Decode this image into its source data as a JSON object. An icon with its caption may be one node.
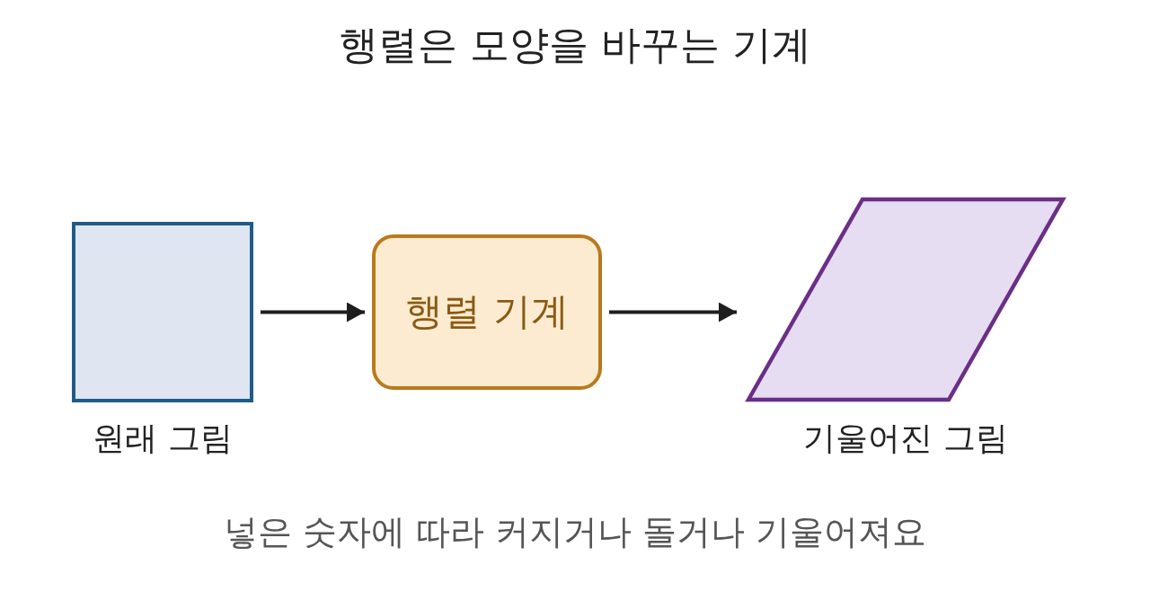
{
  "diagram": {
    "title": "행렬은 모양을 바꾸는 기계",
    "nodes": [
      {
        "text": [],
        "shape": "box",
        "beside": [
          "원래 그림"
        ]
      },
      {
        "text": [
          "행렬 기계"
        ]
      },
      {
        "text": [],
        "shape": "parallelogram",
        "beside": [
          "기울어진 그림"
        ]
      }
    ],
    "edges": [
      {
        "from": 0,
        "to": 1,
        "arrow": "to"
      },
      {
        "from": 1,
        "to": 2,
        "arrow": "to"
      }
    ],
    "caption": "넣은 숫자에 따라 커지거나 돌거나 기울어져요"
  }
}
